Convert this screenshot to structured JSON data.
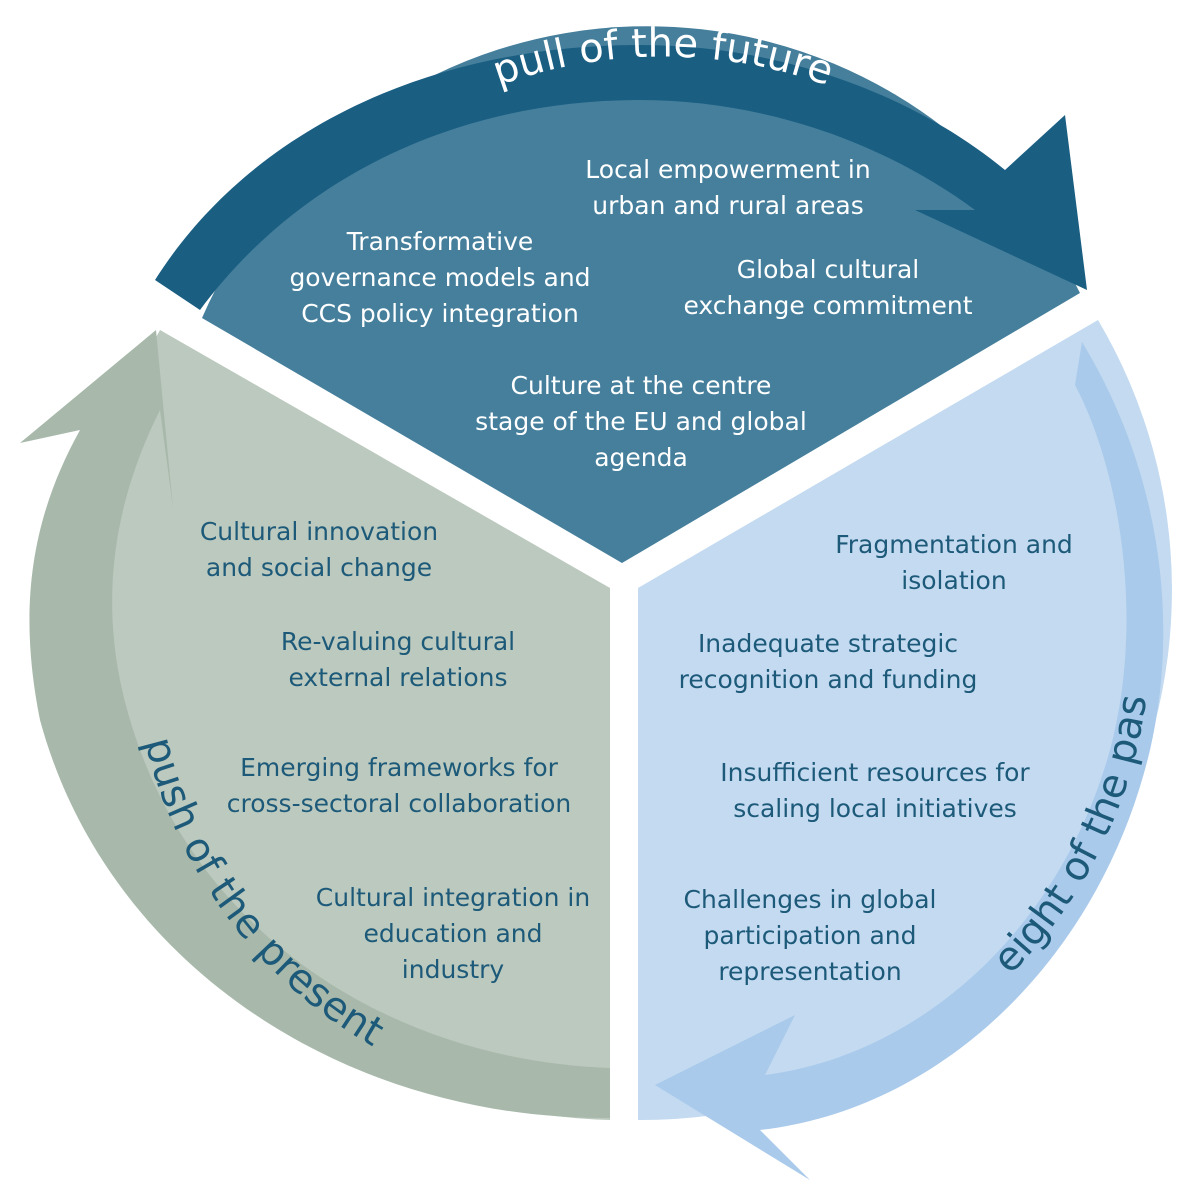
{
  "colors": {
    "future_sector": "#457f9c",
    "future_arrow": "#1a5e82",
    "present_sector": "#bcc9be",
    "present_arrow": "#a8b9ab",
    "past_sector": "#c3daf1",
    "past_arrow": "#a9caeb",
    "present_text": "#1d5a79",
    "past_text": "#1d5a79"
  },
  "arrows": {
    "future": "pull of the future",
    "present": "push of the present",
    "past": "weight of the past"
  },
  "future_items": [
    [
      "Local empowerment in",
      "urban and rural areas"
    ],
    [
      "Transformative",
      "governance models and",
      "CCS policy integration"
    ],
    [
      "Global cultural",
      "exchange commitment"
    ],
    [
      "Culture at the centre",
      "stage of the EU and global",
      "agenda"
    ]
  ],
  "present_items": [
    [
      "Cultural innovation",
      "and social change"
    ],
    [
      "Re-valuing cultural",
      "external relations"
    ],
    [
      "Emerging frameworks for",
      "cross-sectoral collaboration"
    ],
    [
      "Cultural integration in",
      "education and",
      "industry"
    ]
  ],
  "past_items": [
    [
      "Fragmentation and",
      "isolation"
    ],
    [
      "Inadequate strategic",
      "recognition and funding"
    ],
    [
      "Insufficient resources for",
      "scaling local initiatives"
    ],
    [
      "Challenges in global",
      "participation and",
      "representation"
    ]
  ]
}
